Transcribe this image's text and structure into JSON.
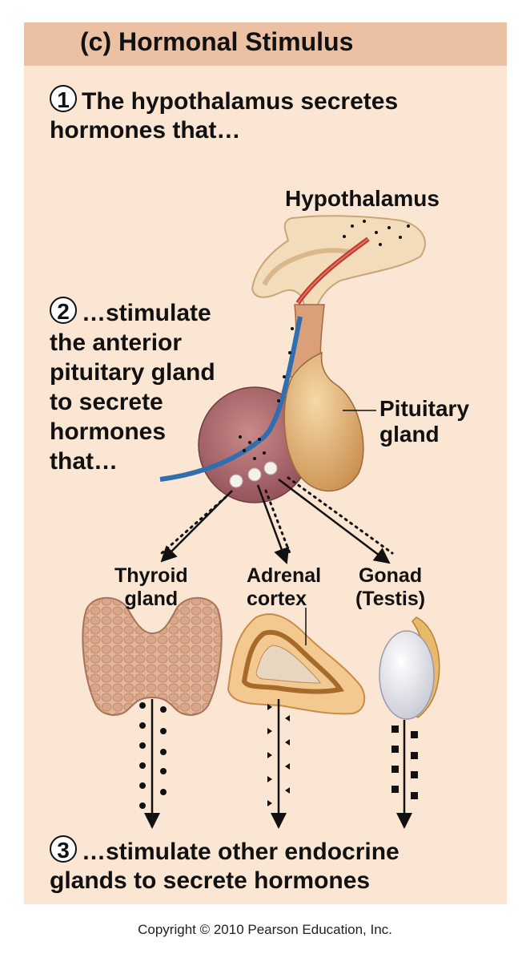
{
  "header": {
    "title": "(c) Hormonal Stimulus"
  },
  "steps": [
    {
      "number": "1",
      "line1": "The hypothalamus secretes",
      "line2": "hormones that…"
    },
    {
      "number": "2",
      "line1": "…stimulate",
      "line2": "the anterior",
      "line3": "pituitary gland",
      "line4": "to secrete",
      "line5": "hormones",
      "line6": "that…"
    },
    {
      "number": "3",
      "line1": "…stimulate other endocrine",
      "line2": "glands to secrete hormones"
    }
  ],
  "labels": {
    "hypothalamus": "Hypothalamus",
    "pituitary_line1": "Pituitary",
    "pituitary_line2": "gland",
    "thyroid_line1": "Thyroid",
    "thyroid_line2": "gland",
    "adrenal_line1": "Adrenal",
    "adrenal_line2": "cortex",
    "gonad_line1": "Gonad",
    "gonad_line2": "(Testis)"
  },
  "footer": {
    "copyright": "Copyright © 2010 Pearson Education, Inc."
  },
  "colors": {
    "panel": "#fbe5d3",
    "header": "#ecc0a3",
    "blood_vessel": "#2f6fb0",
    "artery": "#c0392b"
  }
}
